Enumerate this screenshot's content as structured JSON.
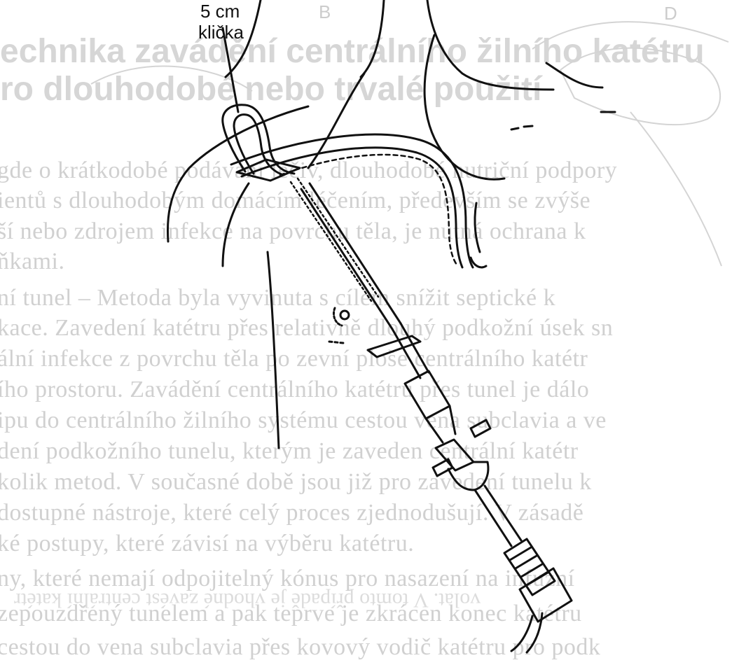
{
  "labels": {
    "loop_size": "5 cm",
    "loop": "klička"
  },
  "bleed_through": {
    "heading_1": "echnika zavádění centrálního žilního katétru",
    "heading_2": "ro dlouhodobé nebo trvalé použití",
    "lines": [
      "gde o krátkodobé podávání léčiv, dlouhodobé nutriční podpory",
      "ientů s dlouhodobým domácím léčením, především se zvýše",
      "ší nebo zdrojem infekce na povrchu těla, je nutná ochrana k",
      "ňkami.",
      "ní tunel – Metoda byla vyvinuta s cílem snížit septické k",
      "kace. Zavedení katétru přes relativně dlouhý podkožní úsek sn",
      "ální infekce z povrchu těla po zevní ploše centrálního katétr",
      "ího prostoru. Zavádění centrálního katétru přes tunel je dálo",
      "ipu do centrálního žilního systému cestou vena subclavia a ve",
      "dení podkožního tunelu, kterým je zaveden centrální katétr",
      "kolik metod. V současné době jsou již pro zavedení tunelu k",
      "dostupné nástroje, které celý proces zjednodušují. V zásadě",
      "ké postupy, které závisí na výběru katétru.",
      "ny, které nemají odpojitelný kónus pro nasazení na infuzní",
      "zepouzdřený tunelem a pak teprve je zkrácen konec katétru",
      "cestou do vena subclavia přes kovový vodič katétru pro podk"
    ],
    "mirrored_line": "volat. V tomto případě je vhodné zavést centrální katétr",
    "letter_b": "B",
    "letter_d": "D"
  },
  "colors": {
    "ink": "#111111",
    "bleed": "#c8c8c8",
    "paper": "#ffffff"
  }
}
